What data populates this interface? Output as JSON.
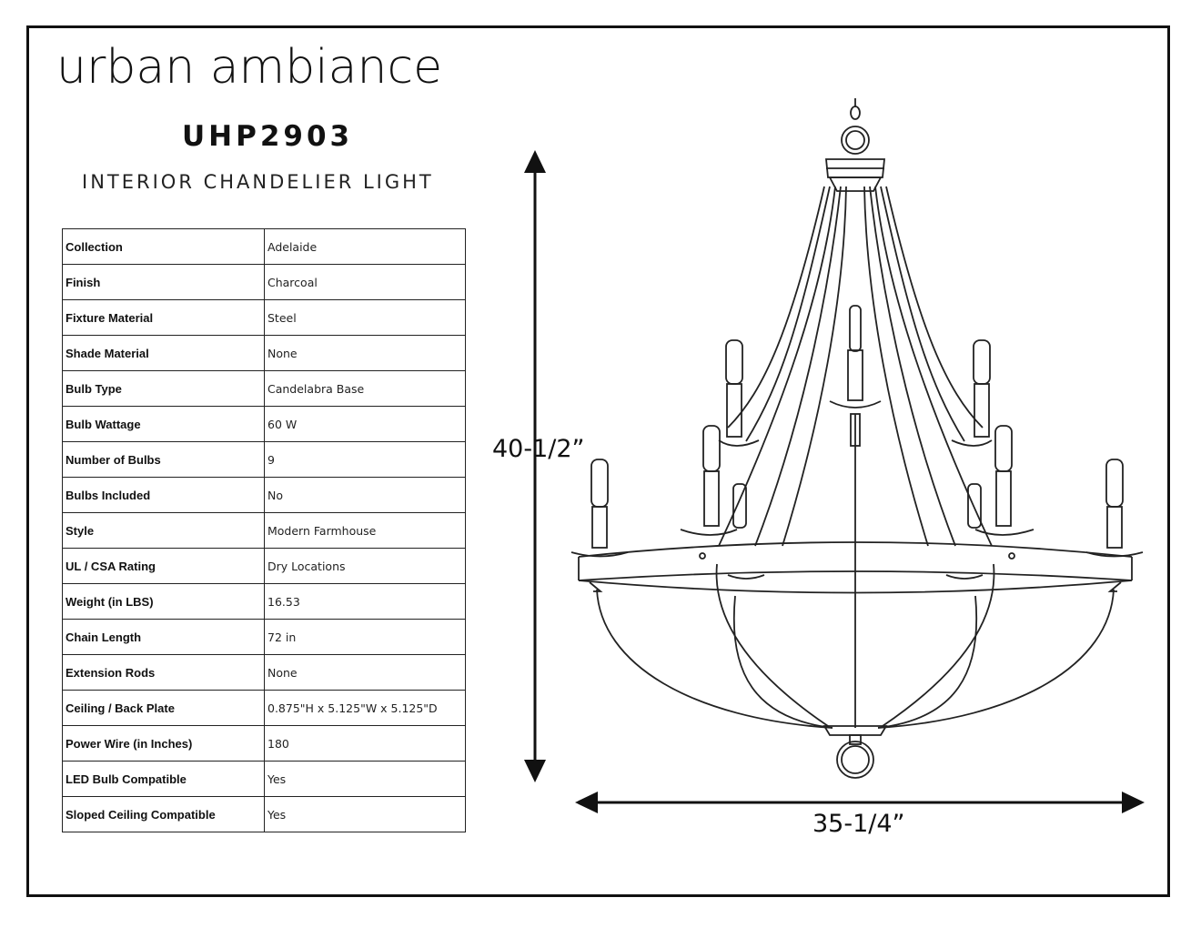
{
  "header": {
    "brand": "urban ambiance",
    "model": "UHP2903",
    "subtitle": "INTERIOR CHANDELIER LIGHT"
  },
  "specs": [
    {
      "label": "Collection",
      "value": "Adelaide"
    },
    {
      "label": "Finish",
      "value": "Charcoal"
    },
    {
      "label": "Fixture Material",
      "value": "Steel"
    },
    {
      "label": "Shade Material",
      "value": "None"
    },
    {
      "label": "Bulb Type",
      "value": "Candelabra Base"
    },
    {
      "label": "Bulb Wattage",
      "value": "60 W"
    },
    {
      "label": "Number of Bulbs",
      "value": "9"
    },
    {
      "label": "Bulbs Included",
      "value": "No"
    },
    {
      "label": "Style",
      "value": "Modern Farmhouse"
    },
    {
      "label": "UL / CSA Rating",
      "value": "Dry Locations"
    },
    {
      "label": "Weight (in LBS)",
      "value": "16.53"
    },
    {
      "label": "Chain Length",
      "value": "72 in"
    },
    {
      "label": "Extension Rods",
      "value": "None"
    },
    {
      "label": "Ceiling / Back Plate",
      "value": "0.875\"H x 5.125\"W x 5.125\"D"
    },
    {
      "label": "Power Wire (in Inches)",
      "value": "180"
    },
    {
      "label": "LED Bulb Compatible",
      "value": "Yes"
    },
    {
      "label": "Sloped Ceiling Compatible",
      "value": "Yes"
    }
  ],
  "dimensions": {
    "height": "40-1/2”",
    "width": "35-1/4”"
  }
}
